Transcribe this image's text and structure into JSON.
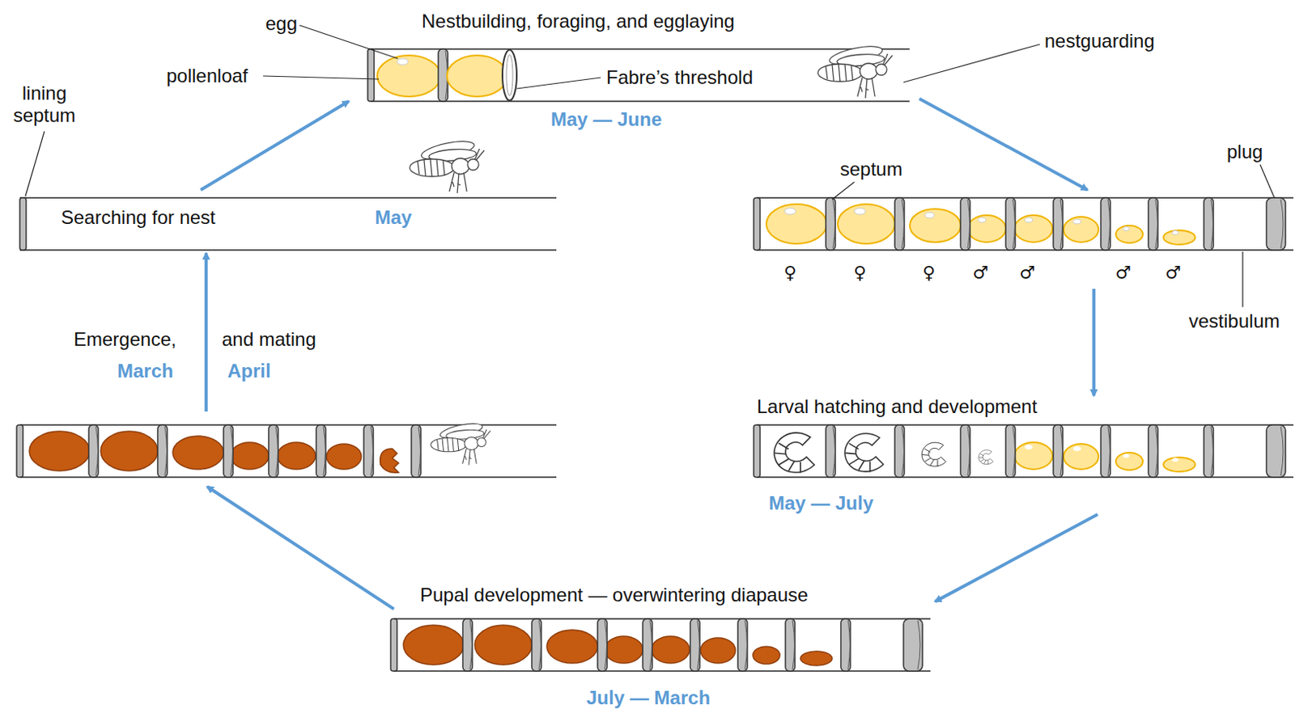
{
  "diagram": {
    "nodes": [
      {
        "text": [
          "Nestbuilding, foraging, and egglaying",
          "May — June"
        ]
      },
      {
        "text": [
          "♀",
          "♀",
          "♀",
          "♂",
          "♂",
          "♂",
          "♂"
        ]
      },
      {
        "text": [
          "Larval hatching and development",
          "May — July"
        ]
      },
      {
        "text": [
          "Pupal development — overwintering diapause",
          "July — March"
        ]
      },
      {
        "text": [
          "Emergence,",
          "March",
          "and mating",
          "April"
        ]
      },
      {
        "text": [
          "Searching for nest",
          "May"
        ]
      }
    ],
    "edges": [
      {
        "from": 5,
        "to": 0,
        "arrow": "to"
      },
      {
        "from": 0,
        "to": 1,
        "arrow": "to"
      },
      {
        "from": 1,
        "to": 2,
        "arrow": "to"
      },
      {
        "from": 2,
        "to": 3,
        "arrow": "to"
      },
      {
        "from": 3,
        "to": 4,
        "arrow": "to"
      },
      {
        "from": 4,
        "to": 5,
        "arrow": "to"
      }
    ],
    "labels": [
      "egg",
      "pollenloaf",
      "Fabre’s threshold",
      "nestguarding",
      "lining septum",
      "septum",
      "plug",
      "vestibulum"
    ]
  }
}
